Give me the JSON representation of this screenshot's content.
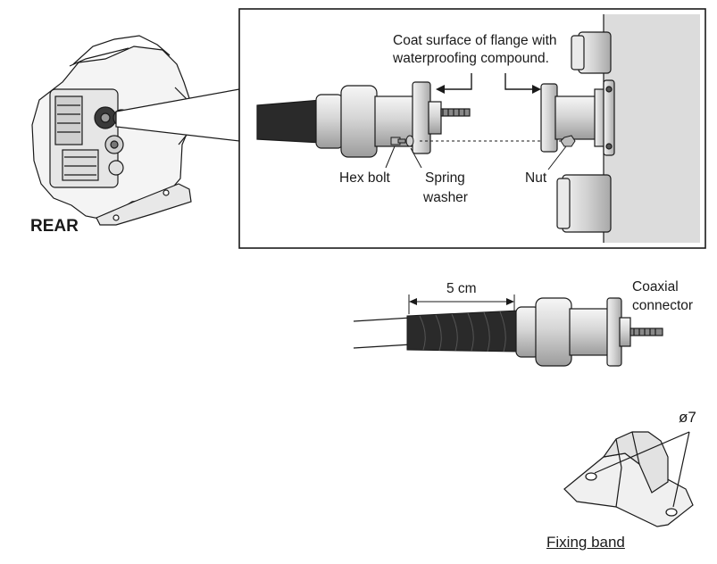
{
  "labels": {
    "rear": "REAR",
    "coat_line1": "Coat surface of flange with",
    "coat_line2": "waterproofing compound.",
    "hex_bolt": "Hex bolt",
    "spring_line1": "Spring",
    "spring_line2": "washer",
    "nut": "Nut",
    "dimension": "5 cm",
    "coaxial_line1": "Coaxial",
    "coaxial_line2": "connector",
    "diameter": "ø7",
    "fixing_band": "Fixing band"
  },
  "colors": {
    "line": "#1a1a1a",
    "part_fill": "#eeeeee",
    "wall_fill": "#dcdcdc",
    "cable_fill": "#2a2a2a"
  }
}
